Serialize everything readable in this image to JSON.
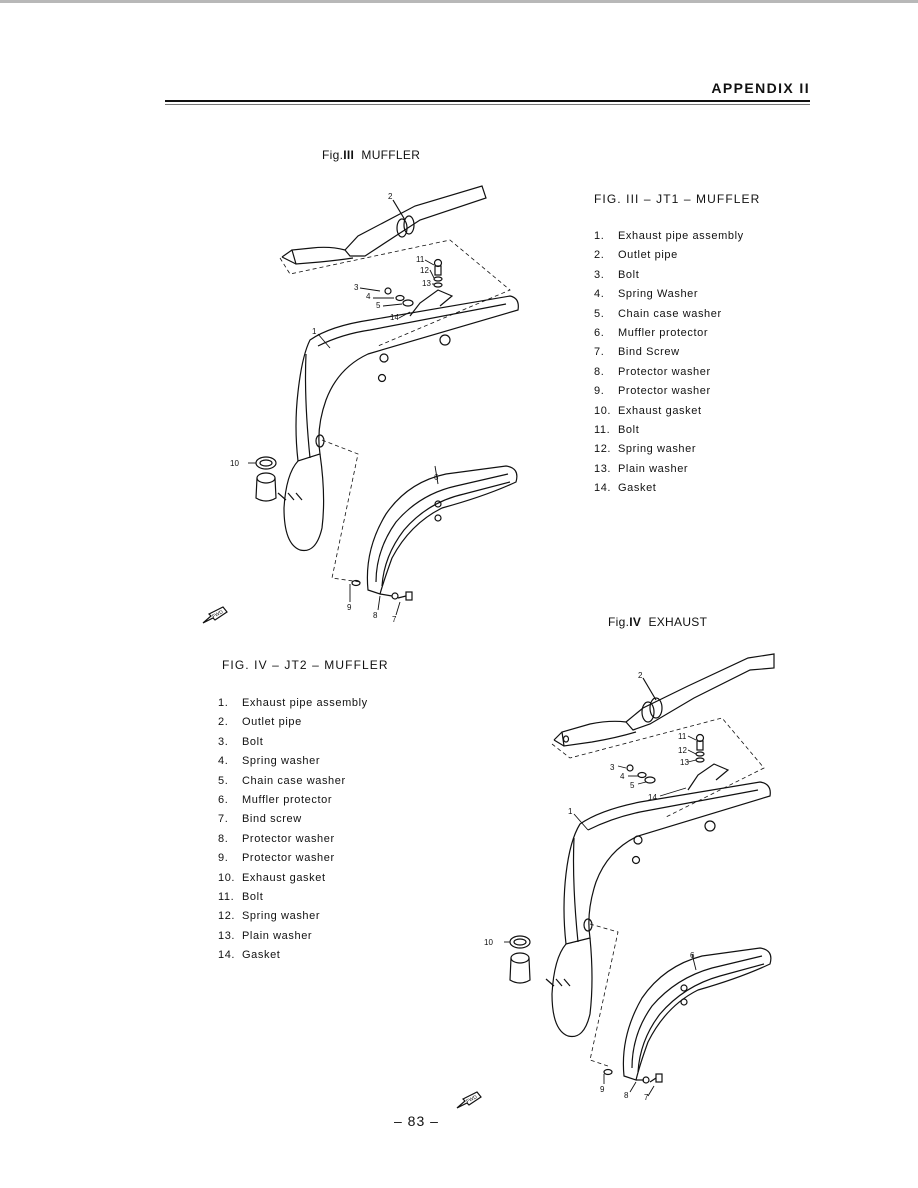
{
  "header": {
    "title": "APPENDIX II"
  },
  "figure3": {
    "title_prefix": "Fig.",
    "title_num": "III",
    "title_name": "MUFFLER",
    "list_heading": "FIG. III – JT1 – MUFFLER",
    "parts": [
      {
        "num": "1.",
        "name": "Exhaust pipe assembly"
      },
      {
        "num": "2.",
        "name": "Outlet pipe"
      },
      {
        "num": "3.",
        "name": "Bolt"
      },
      {
        "num": "4.",
        "name": "Spring Washer"
      },
      {
        "num": "5.",
        "name": "Chain case washer"
      },
      {
        "num": "6.",
        "name": "Muffler protector"
      },
      {
        "num": "7.",
        "name": "Bind Screw"
      },
      {
        "num": "8.",
        "name": "Protector washer"
      },
      {
        "num": "9.",
        "name": "Protector washer"
      },
      {
        "num": "10.",
        "name": "Exhaust gasket"
      },
      {
        "num": "11.",
        "name": "Bolt"
      },
      {
        "num": "12.",
        "name": "Spring washer"
      },
      {
        "num": "13.",
        "name": "Plain washer"
      },
      {
        "num": "14.",
        "name": "Gasket"
      }
    ]
  },
  "figure4": {
    "title_prefix": "Fig.",
    "title_num": "IV",
    "title_name": "EXHAUST",
    "list_heading": "FIG. IV – JT2 – MUFFLER",
    "parts": [
      {
        "num": "1.",
        "name": "Exhaust pipe assembly"
      },
      {
        "num": "2.",
        "name": "Outlet pipe"
      },
      {
        "num": "3.",
        "name": "Bolt"
      },
      {
        "num": "4.",
        "name": "Spring washer"
      },
      {
        "num": "5.",
        "name": "Chain case washer"
      },
      {
        "num": "6.",
        "name": "Muffler protector"
      },
      {
        "num": "7.",
        "name": "Bind screw"
      },
      {
        "num": "8.",
        "name": "Protector washer"
      },
      {
        "num": "9.",
        "name": "Protector washer"
      },
      {
        "num": "10.",
        "name": "Exhaust gasket"
      },
      {
        "num": "11.",
        "name": "Bolt"
      },
      {
        "num": "12.",
        "name": "Spring washer"
      },
      {
        "num": "13.",
        "name": "Plain washer"
      },
      {
        "num": "14.",
        "name": "Gasket"
      }
    ]
  },
  "callouts": [
    "1",
    "2",
    "3",
    "4",
    "5",
    "6",
    "7",
    "8",
    "9",
    "10",
    "11",
    "12",
    "13",
    "14"
  ],
  "forward_marker": "FWD",
  "page_number": "– 83 –",
  "colors": {
    "ink": "#111111",
    "paper": "#ffffff"
  }
}
